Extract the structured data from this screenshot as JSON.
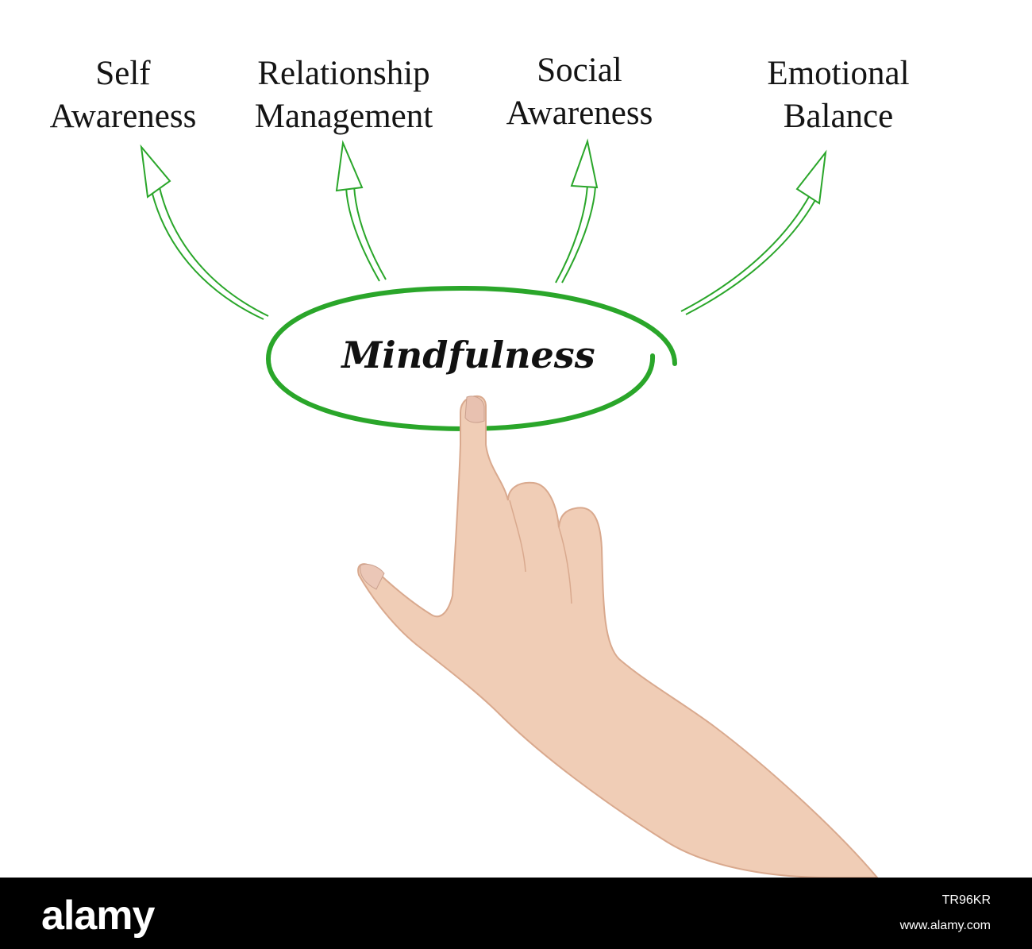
{
  "diagram": {
    "center": "Mindfulness",
    "branches": [
      {
        "line1": "Self",
        "line2": "Awareness"
      },
      {
        "line1": "Relationship",
        "line2": "Management"
      },
      {
        "line1": "Social",
        "line2": "Awareness"
      },
      {
        "line1": "Emotional",
        "line2": "Balance"
      }
    ],
    "accent_color": "#2aa62a"
  },
  "footer": {
    "brand": "alamy",
    "image_id": "TR96KR",
    "site": "www.alamy.com"
  }
}
